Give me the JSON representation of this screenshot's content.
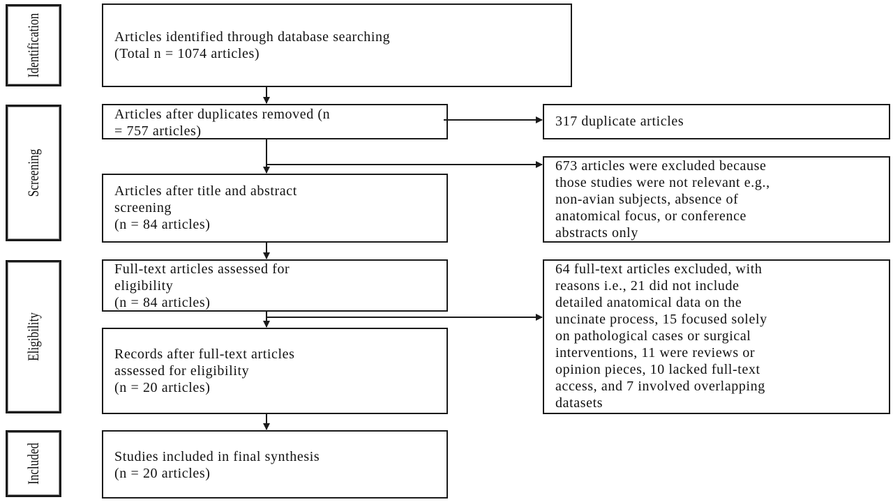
{
  "stages": {
    "identification": "Identification",
    "screening": "Screening",
    "eligibility": "Eligibility",
    "included": "Included"
  },
  "boxes": {
    "identified": "Articles identified through database searching\n(Total n = 1074 articles)",
    "duplicates_removed": "Articles after duplicates removed (n\n= 757 articles)",
    "title_abstract": "Articles after title and abstract\nscreening\n(n = 84 articles)",
    "fulltext_assessed": "Full-text articles assessed for\neligibility\n(n = 84 articles)",
    "records_after_fulltext": "Records after full-text articles\nassessed for eligibility\n(n = 20 articles)",
    "final_synthesis": "Studies included in final synthesis\n(n = 20 articles)"
  },
  "exclusions": {
    "duplicates": "317 duplicate articles",
    "title_abstract": "673 articles were excluded because\nthose studies were not relevant e.g.,\nnon-avian subjects, absence of\nanatomical focus, or conference\nabstracts only",
    "fulltext": "64 full-text articles excluded, with\nreasons i.e., 21 did not include\ndetailed anatomical data on the\nuncinate process, 15 focused solely\non pathological cases or surgical\ninterventions, 11 were reviews or\nopinion pieces, 10 lacked full-text\naccess, and 7 involved overlapping\ndatasets"
  }
}
